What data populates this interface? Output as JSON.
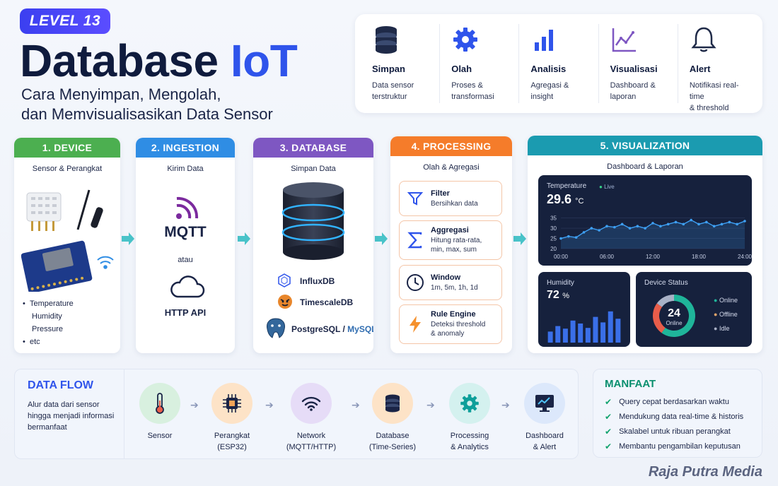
{
  "header": {
    "level": "LEVEL 13",
    "title_main": "Database",
    "title_accent": "IoT",
    "subtitle_line1": "Cara Menyimpan, Mengolah,",
    "subtitle_line2": "dan Memvisualisasikan Data Sensor"
  },
  "features": [
    {
      "title": "Simpan",
      "desc_line1": "Data sensor",
      "desc_line2": "terstruktur",
      "icon": "database-icon"
    },
    {
      "title": "Olah",
      "desc_line1": "Proses &",
      "desc_line2": "transformasi",
      "icon": "gear-icon"
    },
    {
      "title": "Analisis",
      "desc_line1": "Agregasi &",
      "desc_line2": "insight",
      "icon": "bar-chart-icon"
    },
    {
      "title": "Visualisasi",
      "desc_line1": "Dashboard &",
      "desc_line2": "laporan",
      "icon": "line-chart-icon"
    },
    {
      "title": "Alert",
      "desc_line1": "Notifikasi real-time",
      "desc_line2": "& threshold",
      "icon": "bell-icon"
    }
  ],
  "stages": {
    "device": {
      "header": "1. DEVICE",
      "color": "#4caf50",
      "subtitle": "Sensor & Perangkat",
      "bullets": [
        "Temperature",
        "Humidity",
        "Pressure",
        "etc"
      ]
    },
    "ingestion": {
      "header": "2. INGESTION",
      "color": "#2f8de4",
      "subtitle": "Kirim Data",
      "mqtt": "MQTT",
      "or": "atau",
      "http": "HTTP API"
    },
    "database": {
      "header": "3. DATABASE",
      "color": "#7e57c2",
      "subtitle": "Simpan Data",
      "db1": "InfluxDB",
      "db2": "TimescaleDB",
      "db3a": "PostgreSQL",
      "db3sep": "/",
      "db3b": "MySQL"
    },
    "processing": {
      "header": "4. PROCESSING",
      "color": "#f57c2a",
      "subtitle": "Olah & Agregasi",
      "items": [
        {
          "title": "Filter",
          "desc_line1": "Bersihkan data",
          "desc_line2": ""
        },
        {
          "title": "Aggregasi",
          "desc_line1": "Hitung rata-rata,",
          "desc_line2": "min, max, sum"
        },
        {
          "title": "Window",
          "desc_line1": "1m, 5m, 1h, 1d",
          "desc_line2": ""
        },
        {
          "title": "Rule Engine",
          "desc_line1": "Deteksi threshold",
          "desc_line2": "& anomaly"
        }
      ]
    },
    "visualization": {
      "header": "5. VISUALIZATION",
      "color": "#1b9bb0",
      "subtitle": "Dashboard & Laporan",
      "temperature": {
        "label": "Temperature",
        "live": "Live",
        "value": "29.6",
        "unit": "°C",
        "yticks": [
          "35",
          "30",
          "25",
          "20"
        ],
        "xticks": [
          "00:00",
          "06:00",
          "12:00",
          "18:00",
          "24:00"
        ]
      },
      "humidity": {
        "label": "Humidity",
        "value": "72",
        "unit": "%"
      },
      "device_status": {
        "label": "Device Status",
        "count": "24",
        "count_label": "Online",
        "legend": [
          {
            "label": "Online",
            "color": "#1fb59a"
          },
          {
            "label": "Offline",
            "color": "#e0a36a"
          },
          {
            "label": "Idle",
            "color": "#a9b1c6"
          }
        ]
      }
    }
  },
  "chart_data": [
    {
      "type": "line",
      "title": "Temperature",
      "x": [
        0,
        1,
        2,
        3,
        4,
        5,
        6,
        7,
        8,
        9,
        10,
        11,
        12,
        13,
        14,
        15,
        16,
        17,
        18,
        19,
        20,
        21,
        22,
        23,
        24
      ],
      "values": [
        25,
        26,
        25.5,
        28,
        30,
        29,
        31,
        30.5,
        32,
        30,
        31,
        30,
        32.5,
        31,
        32,
        33,
        32,
        34,
        32,
        33,
        31,
        32,
        33,
        32,
        33.5
      ],
      "ylim": [
        20,
        38
      ],
      "yticks": [
        20,
        25,
        30,
        35
      ],
      "xtick_labels": [
        "00:00",
        "06:00",
        "12:00",
        "18:00",
        "24:00"
      ],
      "color": "#3ea0f5"
    },
    {
      "type": "bar",
      "title": "Humidity",
      "values": [
        30,
        45,
        38,
        60,
        52,
        40,
        70,
        55,
        85,
        65
      ],
      "ylim": [
        0,
        100
      ],
      "color": "#3a6fe8"
    },
    {
      "type": "pie",
      "title": "Device Status",
      "categories": [
        "Online",
        "Offline",
        "Idle"
      ],
      "values": [
        60,
        25,
        15
      ],
      "colors": [
        "#1fb59a",
        "#e85d4a",
        "#a9b1c6"
      ]
    }
  ],
  "data_flow": {
    "title": "DATA FLOW",
    "desc_line1": "Alur data dari sensor",
    "desc_line2": "hingga menjadi informasi",
    "desc_line3": "bermanfaat",
    "steps": [
      {
        "line1": "Sensor",
        "line2": "",
        "bg": "#d8f0df",
        "icon": "thermometer-icon"
      },
      {
        "line1": "Perangkat",
        "line2": "(ESP32)",
        "bg": "#fde3c7",
        "icon": "chip-icon"
      },
      {
        "line1": "Network",
        "line2": "(MQTT/HTTP)",
        "bg": "#e6dcf7",
        "icon": "wifi-icon"
      },
      {
        "line1": "Database",
        "line2": "(Time-Series)",
        "bg": "#fde3c7",
        "icon": "database-icon"
      },
      {
        "line1": "Processing",
        "line2": "& Analytics",
        "bg": "#d4f1ef",
        "icon": "gear-icon"
      },
      {
        "line1": "Dashboard",
        "line2": "& Alert",
        "bg": "#dce8fb",
        "icon": "monitor-chart-icon"
      }
    ]
  },
  "benefits": {
    "title": "MANFAAT",
    "items": [
      "Query cepat berdasarkan waktu",
      "Mendukung data real-time & historis",
      "Skalabel untuk ribuan perangkat",
      "Membantu pengambilan keputusan"
    ]
  },
  "watermark": "Raja Putra Media",
  "colors": {
    "accent": "#2f54eb",
    "dark_panel": "#16213d"
  }
}
